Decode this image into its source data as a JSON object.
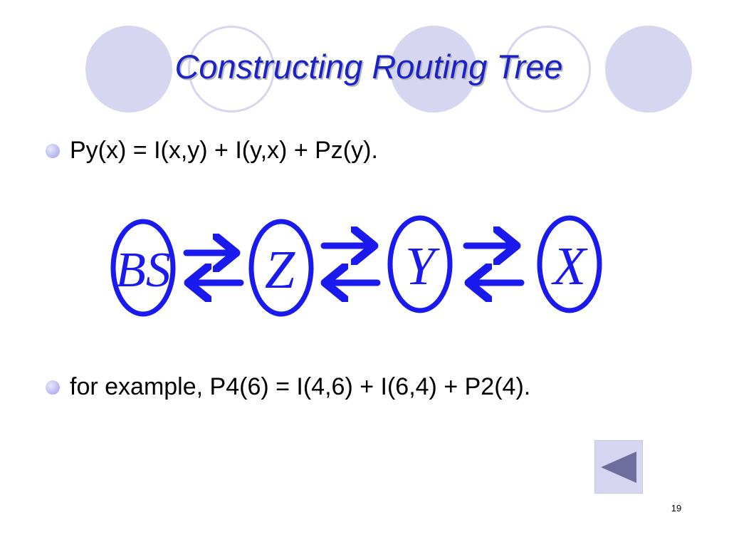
{
  "slide": {
    "title": "Constructing Routing Tree",
    "bullets": [
      {
        "text": "Py(x) = I(x,y) + I(y,x) + Pz(y)."
      },
      {
        "text": "for example, P4(6) = I(4,6) + I(6,4) + P2(4)."
      }
    ],
    "diagram": {
      "nodes": [
        {
          "label": "BS"
        },
        {
          "label": "Z"
        },
        {
          "label": "Y"
        },
        {
          "label": "X"
        }
      ]
    },
    "page_number": "19",
    "nav": {
      "icon": "left-triangle-icon"
    }
  },
  "colors": {
    "title": "#1a22c8",
    "diagram": "#1a1aee",
    "decoration": "#d6d6f0",
    "nav_arrow": "#6e6e9e"
  }
}
